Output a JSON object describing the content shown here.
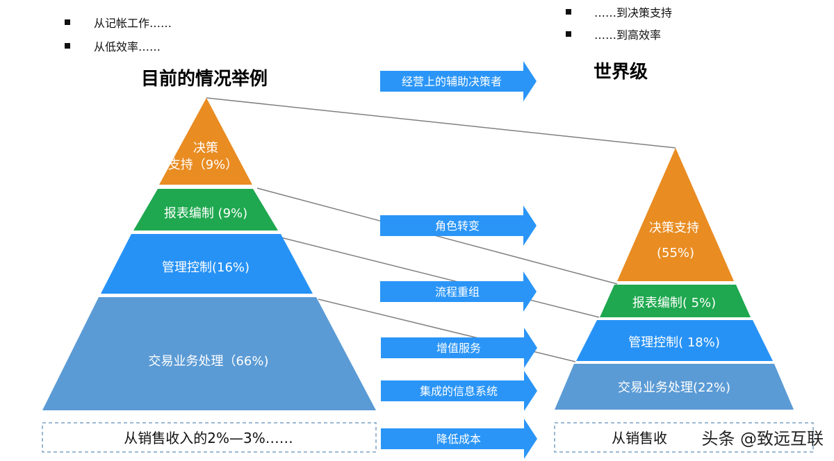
{
  "colors": {
    "orange": "#E98C22",
    "green": "#1FA84F",
    "blue": "#2792F6",
    "steel_blue": "#5B9BD5",
    "arrow_blue": "#2A95F7",
    "connector_gray": "#808080",
    "dashed_border": "#7AA2C4"
  },
  "current": {
    "bullets": [
      "从记帐工作……",
      "从低效率……"
    ],
    "title": "目前的情况举例",
    "levels": [
      {
        "lines": [
          "决策",
          "支持（9%）"
        ],
        "share_percent": 9
      },
      {
        "lines": [
          "报表编制 (9%)"
        ],
        "share_percent": 9
      },
      {
        "lines": [
          "管理控制(16%)"
        ],
        "share_percent": 16
      },
      {
        "lines": [
          "交易业务处理（66%)"
        ],
        "share_percent": 66
      }
    ],
    "footer": "从销售收入的2%—3%……"
  },
  "world_class": {
    "bullets": [
      "……到决策支持",
      "……到高效率"
    ],
    "title": "世界级",
    "levels": [
      {
        "lines": [
          "决策支持",
          "(55%)"
        ],
        "share_percent": 55
      },
      {
        "lines": [
          "报表编制( 5%)"
        ],
        "share_percent": 5
      },
      {
        "lines": [
          "管理控制( 18%)"
        ],
        "share_percent": 18
      },
      {
        "lines": [
          "交易业务处理(22%)"
        ],
        "share_percent": 22
      }
    ],
    "footer": "从销售收"
  },
  "arrows": [
    "经营上的辅助决策者",
    "角色转变",
    "流程重组",
    "增值服务",
    "集成的信息系统",
    "降低成本"
  ],
  "watermark": "头条 @致远互联"
}
